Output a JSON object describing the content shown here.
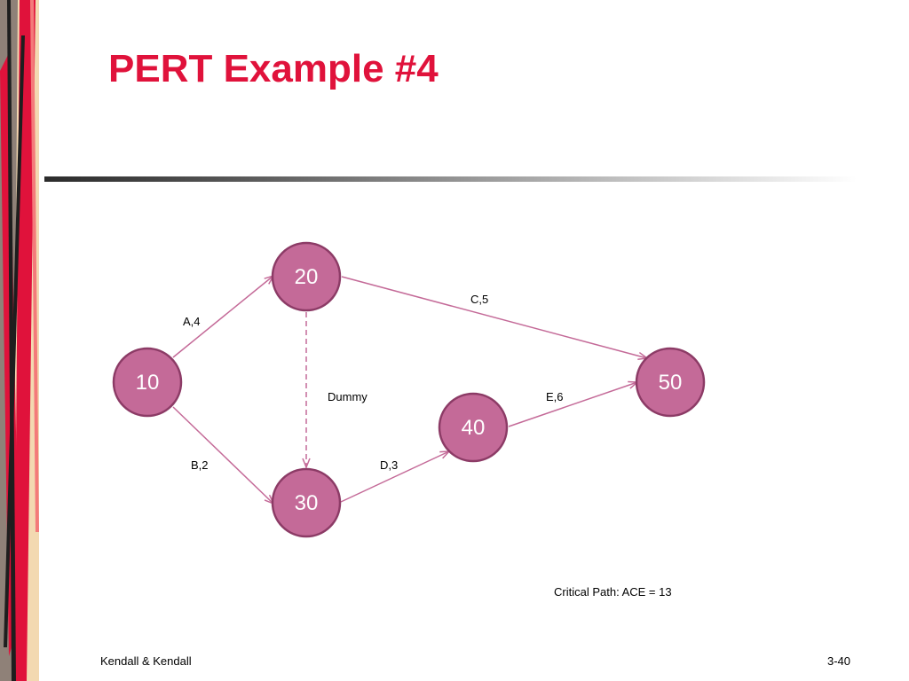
{
  "slide": {
    "title": "PERT Example #4",
    "footer_left": "Kendall & Kendall",
    "footer_right": "3-40",
    "note": "Critical Path: ACE = 13"
  },
  "colors": {
    "title": "#e0123b",
    "node_fill": "#c46a98",
    "node_stroke": "#8c3b66",
    "edge": "#c46a98"
  },
  "diagram": {
    "nodes": [
      {
        "id": "n10",
        "label": "10"
      },
      {
        "id": "n20",
        "label": "20"
      },
      {
        "id": "n30",
        "label": "30"
      },
      {
        "id": "n40",
        "label": "40"
      },
      {
        "id": "n50",
        "label": "50"
      }
    ],
    "edges": [
      {
        "id": "A",
        "from": "10",
        "to": "20",
        "label": "A,4",
        "style": "solid"
      },
      {
        "id": "B",
        "from": "10",
        "to": "30",
        "label": "B,2",
        "style": "solid"
      },
      {
        "id": "C",
        "from": "20",
        "to": "50",
        "label": "C,5",
        "style": "solid"
      },
      {
        "id": "D",
        "from": "30",
        "to": "40",
        "label": "D,3",
        "style": "solid"
      },
      {
        "id": "E",
        "from": "40",
        "to": "50",
        "label": "E,6",
        "style": "solid"
      },
      {
        "id": "dummy",
        "from": "20",
        "to": "30",
        "label": "Dummy",
        "style": "dashed"
      }
    ]
  }
}
